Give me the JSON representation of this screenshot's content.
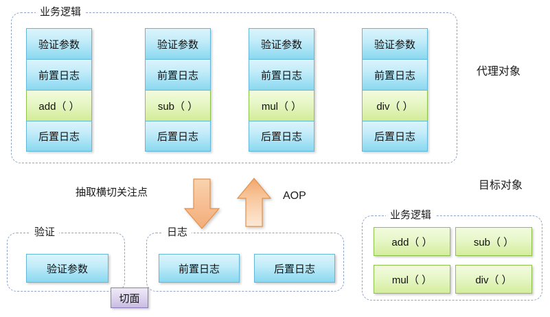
{
  "diagram": {
    "title_note": "AOP proxy object / target object diagram",
    "proxy_group": {
      "label": "业务逻辑",
      "side_caption": "代理对象",
      "columns": [
        {
          "cells": [
            "验证参数",
            "前置日志",
            "add（ ）",
            "后置日志"
          ]
        },
        {
          "cells": [
            "验证参数",
            "前置日志",
            "sub（ ）",
            "后置日志"
          ]
        },
        {
          "cells": [
            "验证参数",
            "前置日志",
            "mul（ ）",
            "后置日志"
          ]
        },
        {
          "cells": [
            "验证参数",
            "前置日志",
            "div（ ）",
            "后置日志"
          ]
        }
      ]
    },
    "middle": {
      "extract_label": "抽取横切关注点",
      "aop_label": "AOP",
      "down_arrow": "down-arrow",
      "up_arrow": "up-arrow"
    },
    "aspect_groups": {
      "validation": {
        "label": "验证",
        "boxes": [
          "验证参数"
        ]
      },
      "logging": {
        "label": "日志",
        "boxes": [
          "前置日志",
          "后置日志"
        ]
      },
      "aspect_tag": "切面"
    },
    "target_group": {
      "side_caption": "目标对象",
      "label": "业务逻辑",
      "boxes": [
        "add（ ）",
        "sub（ ）",
        "mul（ ）",
        "div（ ）"
      ]
    },
    "colors": {
      "blue_fill_top": "#dcf4fc",
      "blue_fill_bottom": "#8ad8f0",
      "blue_border": "#63b6d6",
      "green_fill_top": "#f2fbdf",
      "green_fill_bottom": "#d2ec97",
      "green_border": "#8fbf4d",
      "purple_fill": "#ded5ee",
      "purple_border": "#8b7bb8",
      "arrow_fill": "#f6c496",
      "arrow_border": "#e08a3c",
      "dashed_border": "#8fa3c8",
      "text": "#1a1a1a"
    }
  }
}
